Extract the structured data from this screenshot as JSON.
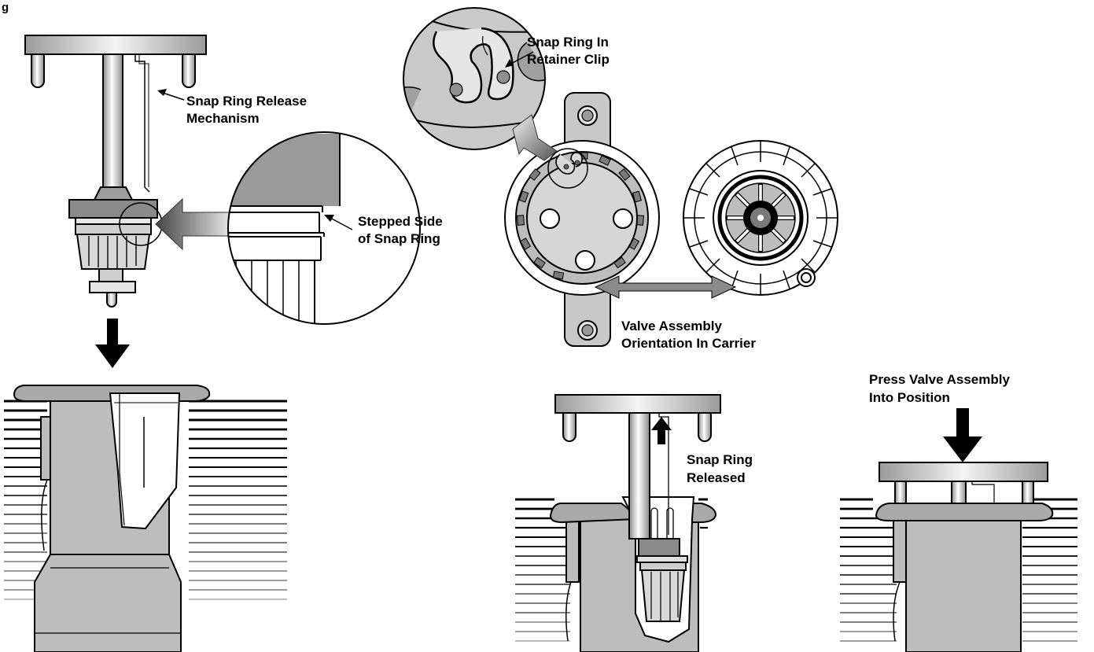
{
  "figure_label": "g",
  "labels": {
    "release_mechanism": [
      "Snap Ring Release",
      "Mechanism"
    ],
    "stepped_side": [
      "Stepped Side",
      "of Snap Ring"
    ],
    "retainer_clip": [
      "Snap Ring In",
      "Retainer Clip"
    ],
    "orientation": [
      "Valve Assembly",
      "Orientation In Carrier"
    ],
    "released": [
      "Snap Ring",
      "Released"
    ],
    "press": [
      "Press Valve Assembly",
      "Into Position"
    ]
  },
  "colors": {
    "body_gray": "#bdbdbd",
    "light_gray": "#d9d9d9",
    "dark_gray": "#7a7a7a",
    "outline": "#000000"
  }
}
